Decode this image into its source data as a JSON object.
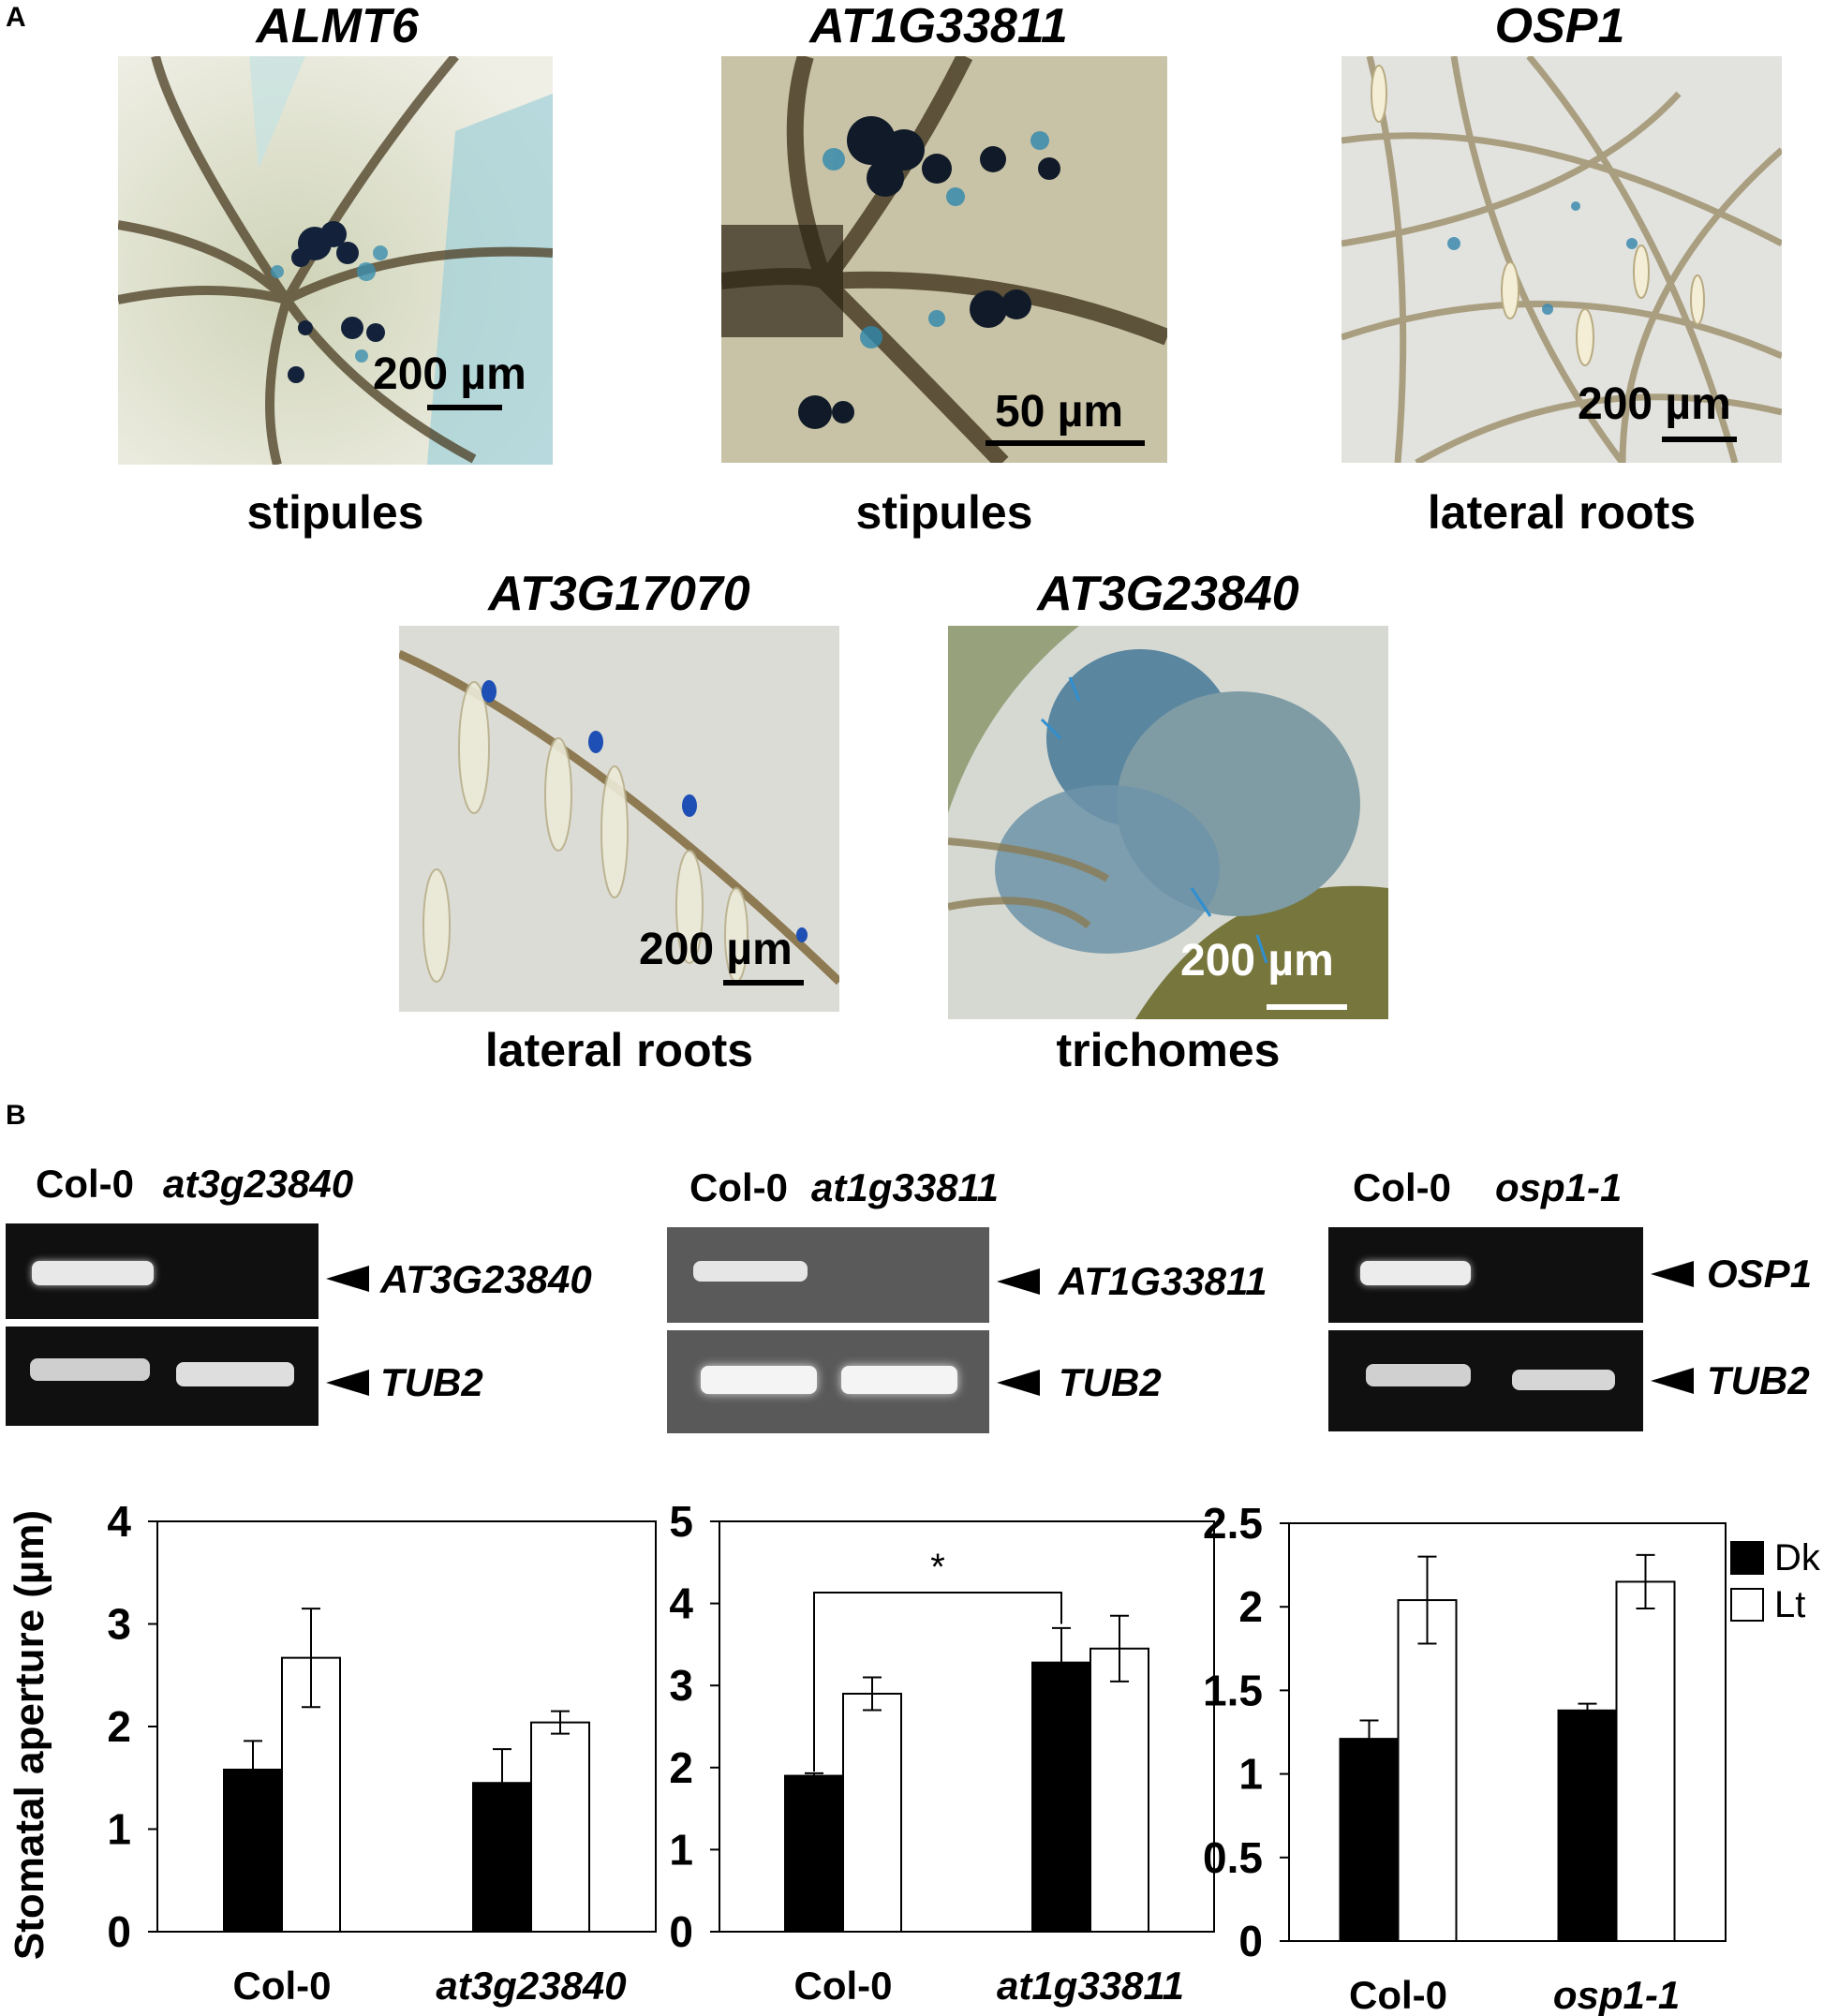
{
  "panel_a": {
    "letter": "A",
    "images": [
      {
        "gene": "ALMT6",
        "tissue": "stipules",
        "scale": "200 µm"
      },
      {
        "gene": "AT1G33811",
        "tissue": "stipules",
        "scale": "50 µm"
      },
      {
        "gene": "OSP1",
        "tissue": "lateral roots",
        "scale": "200 µm"
      },
      {
        "gene": "AT3G17070",
        "tissue": "lateral roots",
        "scale": "200 µm"
      },
      {
        "gene": "AT3G23840",
        "tissue": "trichomes",
        "scale": "200 µm"
      }
    ]
  },
  "panel_b": {
    "letter": "B",
    "gels": [
      {
        "lanes": [
          "Col-0",
          "at3g23840"
        ],
        "targets": [
          "AT3G23840",
          "TUB2"
        ]
      },
      {
        "lanes": [
          "Col-0",
          "at1g33811"
        ],
        "targets": [
          "AT1G33811",
          "TUB2"
        ]
      },
      {
        "lanes": [
          "Col-0",
          "osp1-1"
        ],
        "targets": [
          "OSP1",
          "TUB2"
        ]
      }
    ]
  },
  "colors": {
    "dark_bar": "#000000",
    "light_bar": "#ffffff"
  },
  "chart_data": [
    {
      "type": "bar",
      "ylabel": "Stomatal aperture (µm)",
      "categories": [
        "Col-0",
        "at3g23840"
      ],
      "ylim": [
        0,
        4
      ],
      "yticks": [
        "0",
        "1",
        "2",
        "3",
        "4"
      ],
      "series": [
        {
          "name": "Dk",
          "values": [
            1.58,
            1.45
          ],
          "errors": [
            0.28,
            0.33
          ]
        },
        {
          "name": "Lt",
          "values": [
            2.67,
            2.04
          ],
          "errors": [
            0.48,
            0.11
          ]
        }
      ]
    },
    {
      "type": "bar",
      "categories": [
        "Col-0",
        "at1g33811"
      ],
      "ylim": [
        0,
        5
      ],
      "yticks": [
        "0",
        "1",
        "2",
        "3",
        "4",
        "5"
      ],
      "annotation": "*",
      "series": [
        {
          "name": "Dk",
          "values": [
            1.9,
            3.28
          ],
          "errors": [
            0.03,
            0.42
          ]
        },
        {
          "name": "Lt",
          "values": [
            2.9,
            3.45
          ],
          "errors": [
            0.2,
            0.4
          ]
        }
      ]
    },
    {
      "type": "bar",
      "categories": [
        "Col-0",
        "osp1-1"
      ],
      "ylim": [
        0,
        2.5
      ],
      "yticks": [
        "0",
        "0.5",
        "1",
        "1.5",
        "2",
        "2.5"
      ],
      "legend": [
        "Dk",
        "Lt"
      ],
      "series": [
        {
          "name": "Dk",
          "values": [
            1.21,
            1.38
          ],
          "errors": [
            0.11,
            0.04
          ]
        },
        {
          "name": "Lt",
          "values": [
            2.04,
            2.15
          ],
          "errors": [
            0.26,
            0.16
          ]
        }
      ]
    }
  ]
}
